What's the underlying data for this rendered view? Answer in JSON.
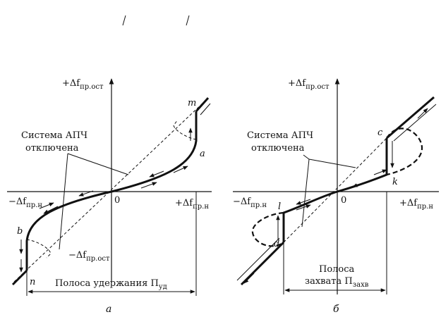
{
  "panels": [
    {
      "y_axis_top": "+Δf",
      "y_axis_top_sub": "пр.ост",
      "x_axis_right": "+Δf",
      "x_axis_right_sub": "пр.н",
      "x_axis_left": "−Δf",
      "x_axis_left_sub": "пр.н",
      "y_axis_bottom": "−Δf",
      "y_axis_bottom_sub": "пр.ост",
      "origin": "0",
      "note_line1": "Система АПЧ",
      "note_line2": "отключена",
      "points": [
        "m",
        "a",
        "b",
        "n"
      ],
      "band_label": "Полоса удержания П",
      "band_sub": "уд",
      "caption": "а"
    },
    {
      "y_axis_top": "+Δf",
      "y_axis_top_sub": "пр.ост",
      "x_axis_right": "+Δf",
      "x_axis_right_sub": "пр.н",
      "x_axis_left": "−Δf",
      "x_axis_left_sub": "пр.н",
      "origin": "0",
      "note_line1": "Система АПЧ",
      "note_line2": "отключена",
      "points": [
        "c",
        "k",
        "l",
        "d"
      ],
      "band_label_line1": "Полоса",
      "band_label_line2": "захвата П",
      "band_sub": "захв",
      "caption": "б"
    }
  ]
}
